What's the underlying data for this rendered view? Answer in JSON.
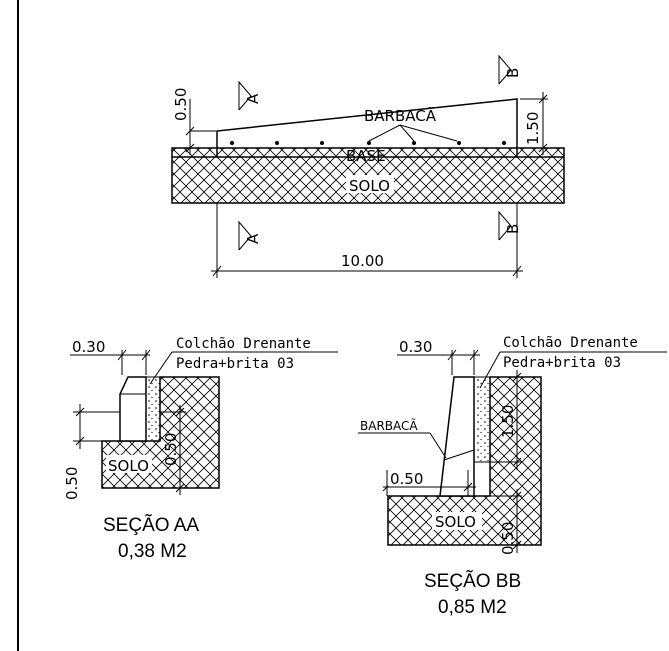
{
  "plan": {
    "dim_left_height": "0.50",
    "dim_right_height": "1.50",
    "dim_length": "10.00",
    "label_drain": "BARBACÃ",
    "label_base": "BASE",
    "label_soil": "SOLO",
    "cut_a_top": "A",
    "cut_a_bottom": "A",
    "cut_b_top": "B",
    "cut_b_bottom": "B"
  },
  "section_aa": {
    "dim_width": "0.30",
    "note_line1": "Colchão Drenante",
    "note_line2": "Pedra+brita 03",
    "dim_height_left": "0.50",
    "dim_height_inner": "0.50",
    "label_soil": "SOLO",
    "title": "SEÇÃO AA",
    "area": "0,38 M2"
  },
  "section_bb": {
    "dim_width": "0.30",
    "note_line1": "Colchão Drenante",
    "note_line2": "Pedra+brita 03",
    "label_drain": "BARBACÃ",
    "dim_height_wall": "1.50",
    "dim_base_width": "0.50",
    "dim_height_base": "0.50",
    "label_soil": "SOLO",
    "title": "SEÇÃO BB",
    "area": "0,85 M2"
  }
}
